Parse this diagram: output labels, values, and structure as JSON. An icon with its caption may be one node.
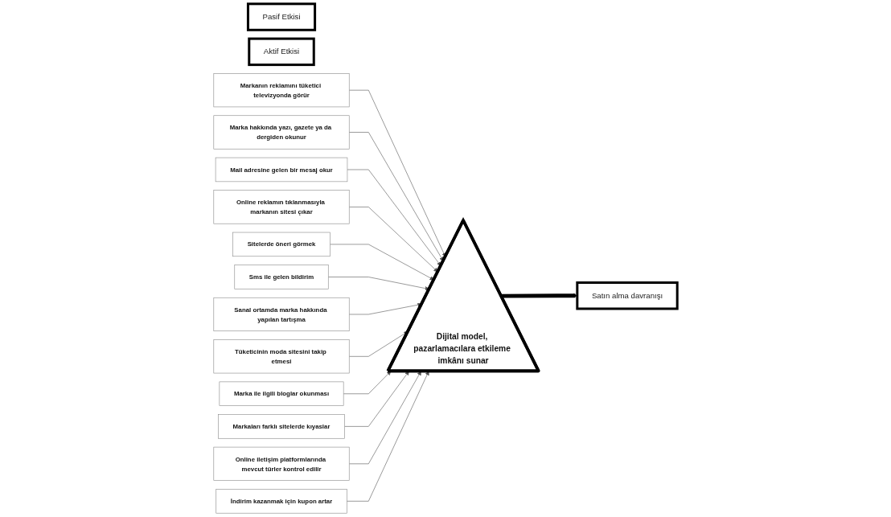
{
  "diagram": {
    "nodes": [
      {
        "text": [
          "Pasif Etkisi"
        ]
      },
      {
        "text": [
          "Aktif Etkisi"
        ]
      },
      {
        "text": [
          "Dijital model, pazarlamacılara etkileme imkânı sunar"
        ]
      },
      {
        "text": [
          "Markanın reklamını tüketici televizyonda görür"
        ]
      },
      {
        "text": [
          "Marka hakkında yazı, gazete ya da dergiden okunur"
        ]
      },
      {
        "text": [
          "Mail adresine gelen bir mesaj okur"
        ]
      },
      {
        "text": [
          "Online reklamın tıklanmasıyla markanın sitesi çıkar"
        ]
      },
      {
        "text": [
          "Sitelerde öneri görmek"
        ]
      },
      {
        "text": [
          "Sms ile gelen bildirim"
        ]
      },
      {
        "text": [
          "Sanal ortamda marka hakkında yapılan tartışma"
        ]
      },
      {
        "text": [
          "Tüketicinin moda sitesini takip etmesi"
        ]
      },
      {
        "text": [
          "Marka ile ilgili bloglar okunması"
        ]
      },
      {
        "text": [
          "Markaları farklı sitelerde kıyaslar"
        ]
      },
      {
        "text": [
          "Online iletişim platformlarında mevcut türler kontrol edilir"
        ]
      },
      {
        "text": [
          "İndirim kazanmak için kupon artar"
        ]
      },
      {
        "text": [
          "Satın alma davranışı"
        ]
      }
    ],
    "edges": [
      {
        "from": 3,
        "to": 2,
        "arrow": "to"
      },
      {
        "from": 4,
        "to": 2,
        "arrow": "to"
      },
      {
        "from": 5,
        "to": 2,
        "arrow": "to"
      },
      {
        "from": 6,
        "to": 2,
        "arrow": "to"
      },
      {
        "from": 7,
        "to": 2,
        "arrow": "to"
      },
      {
        "from": 8,
        "to": 2,
        "arrow": "to"
      },
      {
        "from": 9,
        "to": 2,
        "arrow": "to"
      },
      {
        "from": 10,
        "to": 2,
        "arrow": "to"
      },
      {
        "from": 11,
        "to": 2,
        "arrow": "to"
      },
      {
        "from": 12,
        "to": 2,
        "arrow": "to"
      },
      {
        "from": 13,
        "to": 2,
        "arrow": "to"
      },
      {
        "from": 14,
        "to": 2,
        "arrow": "to"
      },
      {
        "from": 2,
        "to": 15,
        "arrow": "to",
        "style": "thick",
        "color": "#000000"
      }
    ]
  }
}
